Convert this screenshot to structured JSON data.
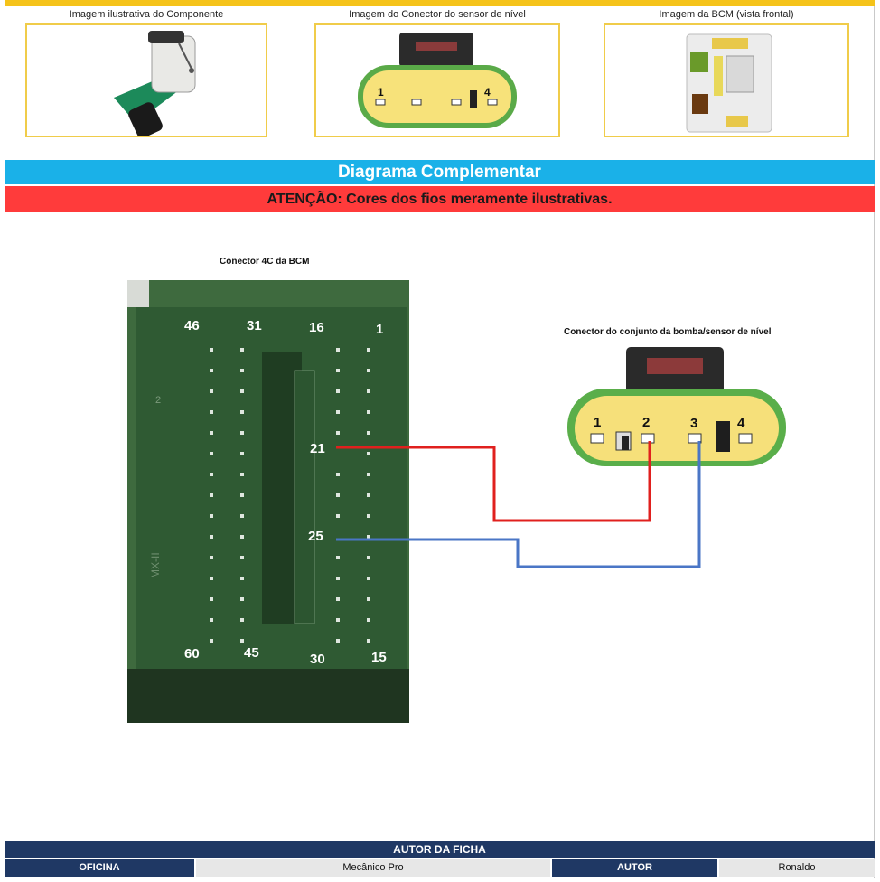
{
  "images": {
    "component_caption": "Imagem ilustrativa do Componente",
    "connector_caption": "Imagem  do Conector do sensor de nível",
    "bcm_caption": "Imagem da BCM (vista frontal)"
  },
  "bands": {
    "diagram_title": "Diagrama Complementar",
    "warning": "ATENÇÃO: Cores dos fios meramente ilustrativas."
  },
  "diagram": {
    "bcm_title": "Conector 4C da BCM",
    "pump_title": "Conector do conjunto da bomba/sensor de nível",
    "bcm_pins": {
      "p46": "46",
      "p31": "31",
      "p16": "16",
      "p1": "1",
      "p21": "21",
      "p25": "25",
      "p60": "60",
      "p45": "45",
      "p30": "30",
      "p15": "15",
      "mark_2": "2",
      "mark_mx": "MX-II"
    },
    "pump_pins": {
      "p1": "1",
      "p2": "2",
      "p3": "3",
      "p4": "4"
    },
    "small_pins": {
      "p1": "1",
      "p4": "4"
    },
    "wires": [
      {
        "from": "21",
        "to": "2",
        "color": "#e0201e"
      },
      {
        "from": "25",
        "to": "3",
        "color": "#4a76c6"
      }
    ]
  },
  "footer": {
    "header": "AUTOR DA FICHA",
    "oficina_label": "OFICINA",
    "oficina_value": "Mecânico Pro",
    "autor_label": "AUTOR",
    "autor_value": "Ronaldo"
  },
  "colors": {
    "accent_yellow": "#f5c31a",
    "band_blue": "#1ab1e8",
    "band_red": "#ff3b3b",
    "footer_navy": "#1f3864"
  }
}
